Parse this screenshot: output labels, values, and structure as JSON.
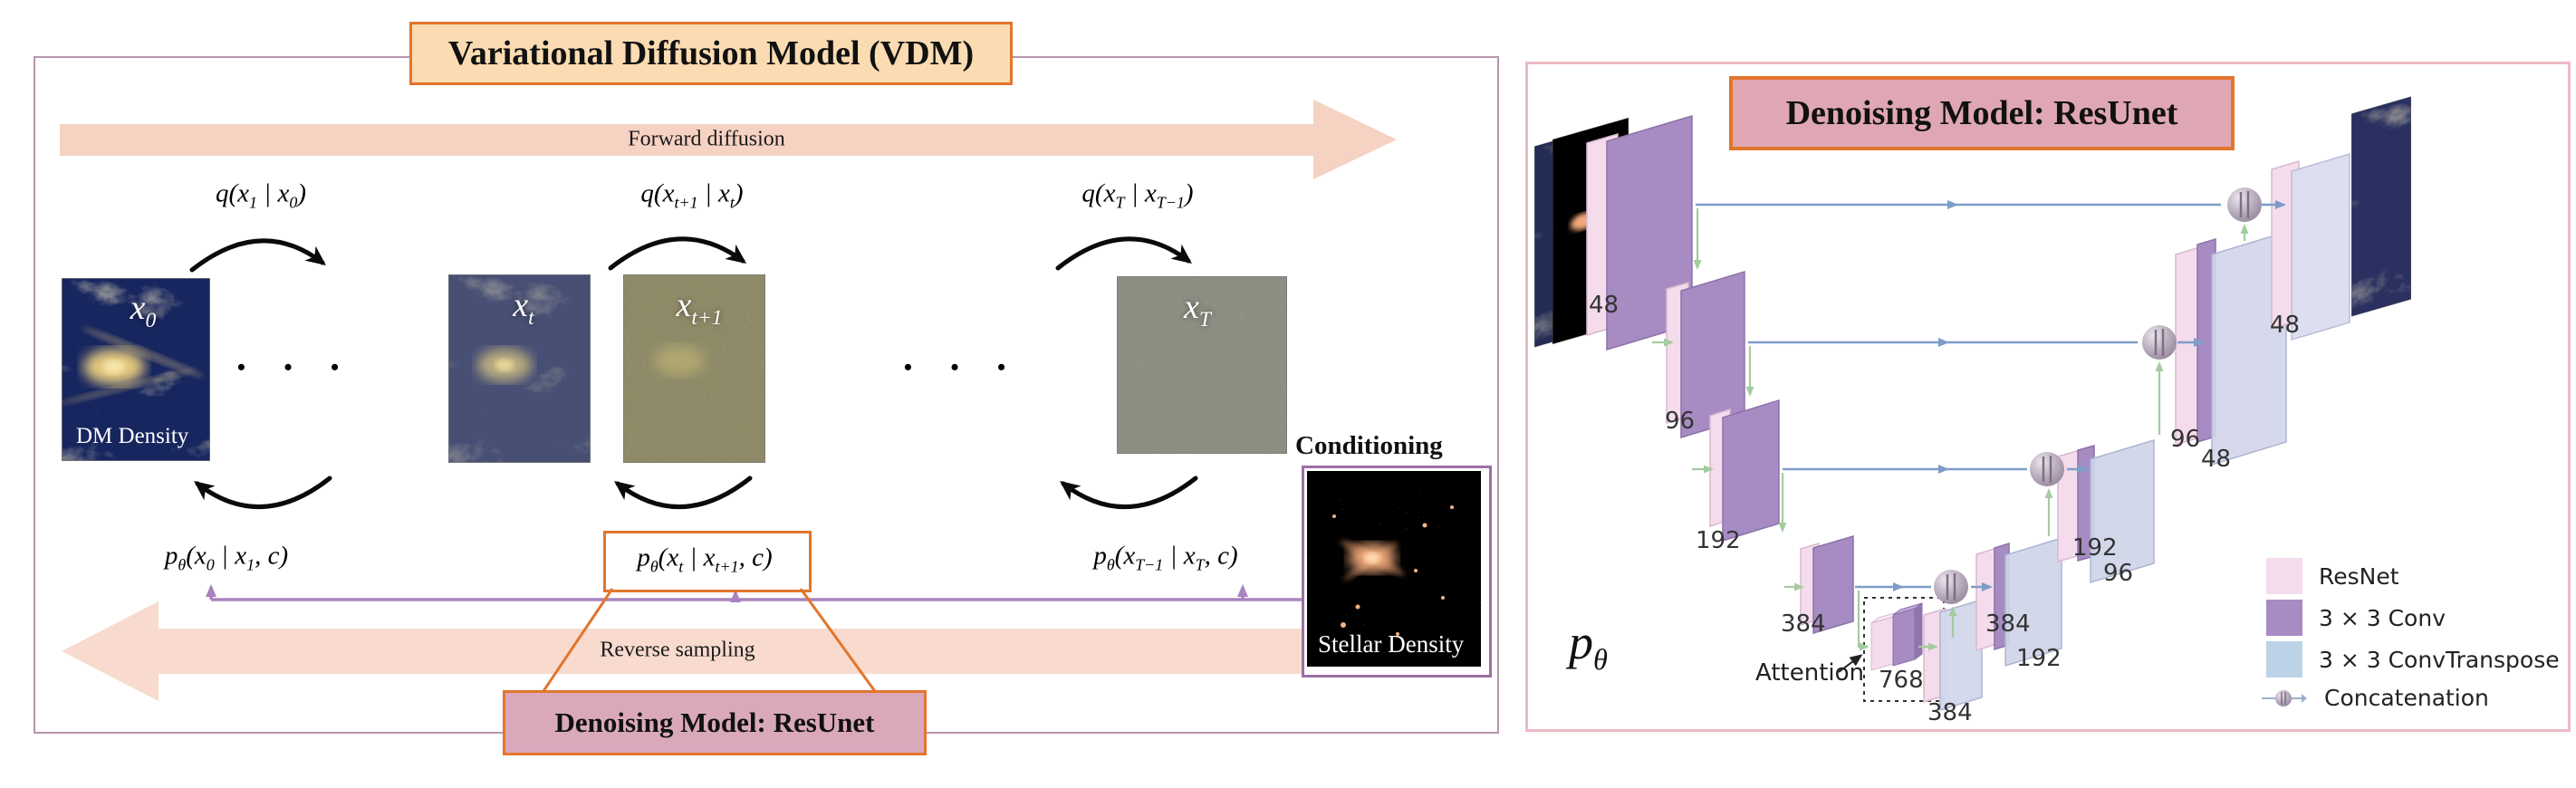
{
  "left_panel": {
    "title": "Variational Diffusion Model (VDM)",
    "forward_arrow_label": "Forward diffusion",
    "reverse_arrow_label": "Reverse sampling",
    "denoising_box_label": "Denoising Model: ResUnet",
    "conditioning_title": "Conditioning",
    "stellar_caption": "Stellar Density",
    "dots": "• • •",
    "q_labels": [
      {
        "prefix": "q(x",
        "sub1": "1",
        "mid": " | x",
        "sub2": "0",
        "suffix": ")"
      },
      {
        "prefix": "q(x",
        "sub1": "t+1",
        "mid": " | x",
        "sub2": "t",
        "suffix": ")"
      },
      {
        "prefix": "q(x",
        "sub1": "T",
        "mid": " | x",
        "sub2": "T−1",
        "suffix": ")"
      }
    ],
    "p_labels": [
      {
        "p": "p",
        "theta": "θ",
        "open": "(x",
        "sub1": "0",
        "mid": " | x",
        "sub2": "1",
        "suffix": ", c)"
      },
      {
        "p": "p",
        "theta": "θ",
        "open": "(x",
        "sub1": "t",
        "mid": " | x",
        "sub2": "t+1",
        "suffix": ", c)"
      },
      {
        "p": "p",
        "theta": "θ",
        "open": "(x",
        "sub1": "T−1",
        "mid": " | x",
        "sub2": "T",
        "suffix": ", c)"
      }
    ],
    "images": [
      {
        "var": "x",
        "sub": "0",
        "caption": "DM Density"
      },
      {
        "var": "x",
        "sub": "t"
      },
      {
        "var": "x",
        "sub": "t+1"
      },
      {
        "var": "x",
        "sub": "T"
      }
    ]
  },
  "right_panel": {
    "title": "Denoising Model: ResUnet",
    "p_theta": {
      "p": "p",
      "theta": "θ"
    },
    "attention_label": "Attention",
    "channel_labels": {
      "enc48": "48",
      "enc96": "96",
      "enc192": "192",
      "enc384": "384",
      "bottleneck": "768",
      "dec384a": "384",
      "dec384b": "384",
      "dec192a": "192",
      "dec192b": "192",
      "dec96a": "96",
      "dec96b": "96",
      "dec48a": "48",
      "dec48b": "48"
    },
    "legend": [
      {
        "label": "ResNet",
        "color": "#f4dcec"
      },
      {
        "label": "3 × 3 Conv",
        "color": "#a78cc3"
      },
      {
        "label": "3 × 3 ConvTranspose",
        "color": "#bcd2e6"
      },
      {
        "label": "Concatenation",
        "color": "#b9adbd"
      }
    ]
  },
  "colors": {
    "accent_orange": "#e2752c",
    "salmon_arrow": "#f6d2c2",
    "purple_line": "#a983bd",
    "skip_blue": "#7e9cc8",
    "path_green": "#a5cba0",
    "panel_left_border": "#b596ac",
    "panel_right_border": "#ecbac3",
    "title_fill": "#fbdcb2",
    "resunet_fill": "#d9a9bb"
  }
}
